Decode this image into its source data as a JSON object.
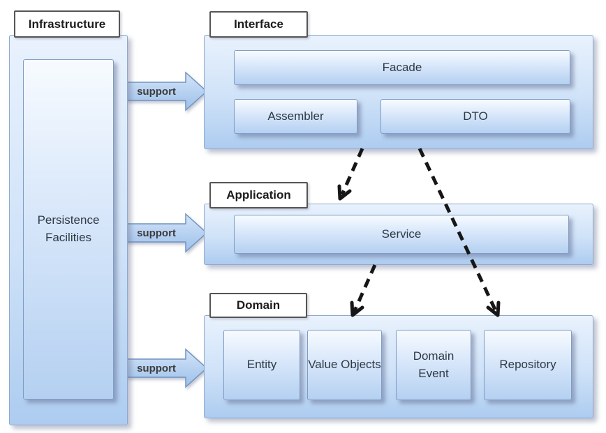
{
  "labels": {
    "infrastructure": "Infrastructure",
    "interface": "Interface",
    "application": "Application",
    "domain": "Domain"
  },
  "boxes": {
    "persistence": "Persistence Facilities",
    "facade": "Facade",
    "assembler": "Assembler",
    "dto": "DTO",
    "service": "Service",
    "entity": "Entity",
    "value_objects": "Value Objects",
    "domain_event": "Domain Event",
    "repository": "Repository"
  },
  "arrows": {
    "top": "support",
    "middle": "support",
    "bottom": "support"
  },
  "colors": {
    "container_top": "#e9f2fd",
    "container_bottom": "#adccf0",
    "container_border": "#8fa9cc",
    "box_top": "#f7fbff",
    "box_bottom": "#b4d0f1",
    "box_border": "#7f9dc4",
    "box_text": "#2f3945",
    "label_border": "#555555",
    "label_text": "#1b1b1b",
    "arrow_top": "#d4e4f8",
    "arrow_bottom": "#9cc0ea",
    "arrow_border": "#7193c0",
    "support_text": "#3c3c3c",
    "dashed_arrow": "#161616"
  }
}
